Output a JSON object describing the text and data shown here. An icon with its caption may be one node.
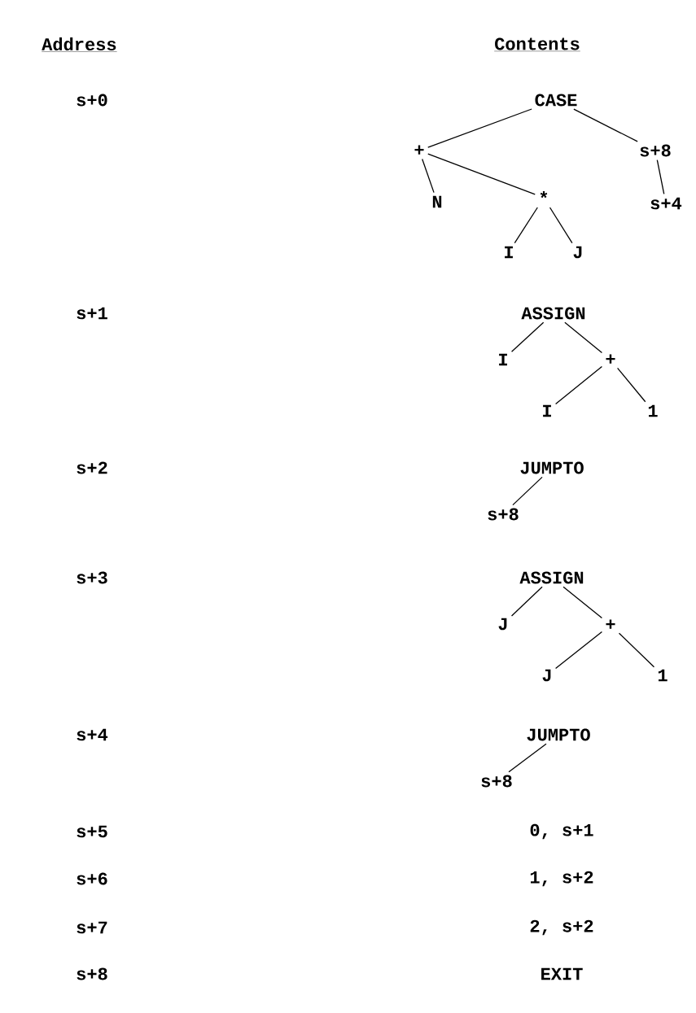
{
  "diagram": {
    "nodes": [
      {
        "text": [
          "CASE"
        ]
      },
      {
        "text": [
          "+"
        ]
      },
      {
        "text": [
          "s+8"
        ]
      },
      {
        "text": [
          "N"
        ]
      },
      {
        "text": [
          "*"
        ]
      },
      {
        "text": [
          "s+4"
        ]
      },
      {
        "text": [
          "I"
        ]
      },
      {
        "text": [
          "J"
        ]
      },
      {
        "text": [
          "ASSIGN"
        ]
      },
      {
        "text": [
          "I"
        ]
      },
      {
        "text": [
          "+"
        ]
      },
      {
        "text": [
          "I"
        ]
      },
      {
        "text": [
          "1"
        ]
      },
      {
        "text": [
          "JUMPTO"
        ]
      },
      {
        "text": [
          "s+8"
        ]
      },
      {
        "text": [
          "ASSIGN"
        ]
      },
      {
        "text": [
          "J"
        ]
      },
      {
        "text": [
          "+"
        ]
      },
      {
        "text": [
          "J"
        ]
      },
      {
        "text": [
          "1"
        ]
      },
      {
        "text": [
          "JUMPTO"
        ]
      },
      {
        "text": [
          "s+8"
        ]
      }
    ],
    "edges": [
      {
        "from": 0,
        "to": 1,
        "arrow": "none"
      },
      {
        "from": 0,
        "to": 2,
        "arrow": "none"
      },
      {
        "from": 1,
        "to": 3,
        "arrow": "none"
      },
      {
        "from": 1,
        "to": 4,
        "arrow": "none"
      },
      {
        "from": 2,
        "to": 5,
        "arrow": "none"
      },
      {
        "from": 4,
        "to": 6,
        "arrow": "none"
      },
      {
        "from": 4,
        "to": 7,
        "arrow": "none"
      },
      {
        "from": 8,
        "to": 9,
        "arrow": "none"
      },
      {
        "from": 8,
        "to": 10,
        "arrow": "none"
      },
      {
        "from": 10,
        "to": 11,
        "arrow": "none"
      },
      {
        "from": 10,
        "to": 12,
        "arrow": "none"
      },
      {
        "from": 13,
        "to": 14,
        "arrow": "none"
      },
      {
        "from": 15,
        "to": 16,
        "arrow": "none"
      },
      {
        "from": 15,
        "to": 17,
        "arrow": "none"
      },
      {
        "from": 17,
        "to": 18,
        "arrow": "none"
      },
      {
        "from": 17,
        "to": 19,
        "arrow": "none"
      },
      {
        "from": 20,
        "to": 21,
        "arrow": "none"
      }
    ],
    "labels": [
      "Address",
      "Contents",
      "s+0",
      "s+1",
      "s+2",
      "s+3",
      "s+4",
      "s+5",
      "0, s+1",
      "s+6",
      "1, s+2",
      "s+7",
      "2, s+2",
      "s+8",
      "EXIT"
    ]
  }
}
